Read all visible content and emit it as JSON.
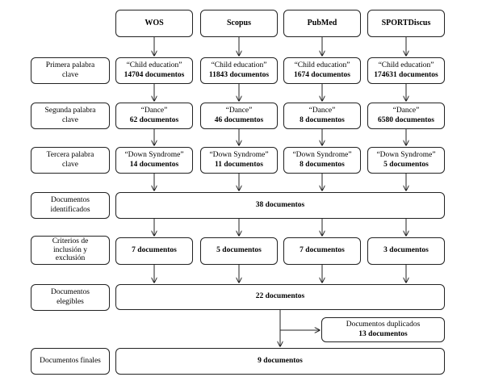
{
  "sources": [
    "WOS",
    "Scopus",
    "PubMed",
    "SPORTDiscus"
  ],
  "stages": [
    {
      "label": "Primera palabra clave",
      "keyword": "“Child education”",
      "counts": [
        "14704 documentos",
        "11843 documentos",
        "1674 documentos",
        "174631 documentos"
      ]
    },
    {
      "label": "Segunda palabra clave",
      "keyword": "“Dance”",
      "counts": [
        "62 documentos",
        "46 documentos",
        "8 documentos",
        "6580 documentos"
      ]
    },
    {
      "label": "Tercera palabra clave",
      "keyword": "“Down Syndrome”",
      "counts": [
        "14 documentos",
        "11 documentos",
        "8 documentos",
        "5 documentos"
      ]
    }
  ],
  "identified": {
    "label": "Documentos identificados",
    "value": "38 documentos"
  },
  "criteria": {
    "label": "Criterios de inclusión y exclusión",
    "counts": [
      "7 documentos",
      "5 documentos",
      "7 documentos",
      "3 documentos"
    ]
  },
  "eligible": {
    "label": "Documentos elegibles",
    "value": "22 documentos"
  },
  "duplicates": {
    "label": "Documentos duplicados",
    "value": "13 documentos"
  },
  "final": {
    "label": "Documentos finales",
    "value": "9 documentos"
  }
}
